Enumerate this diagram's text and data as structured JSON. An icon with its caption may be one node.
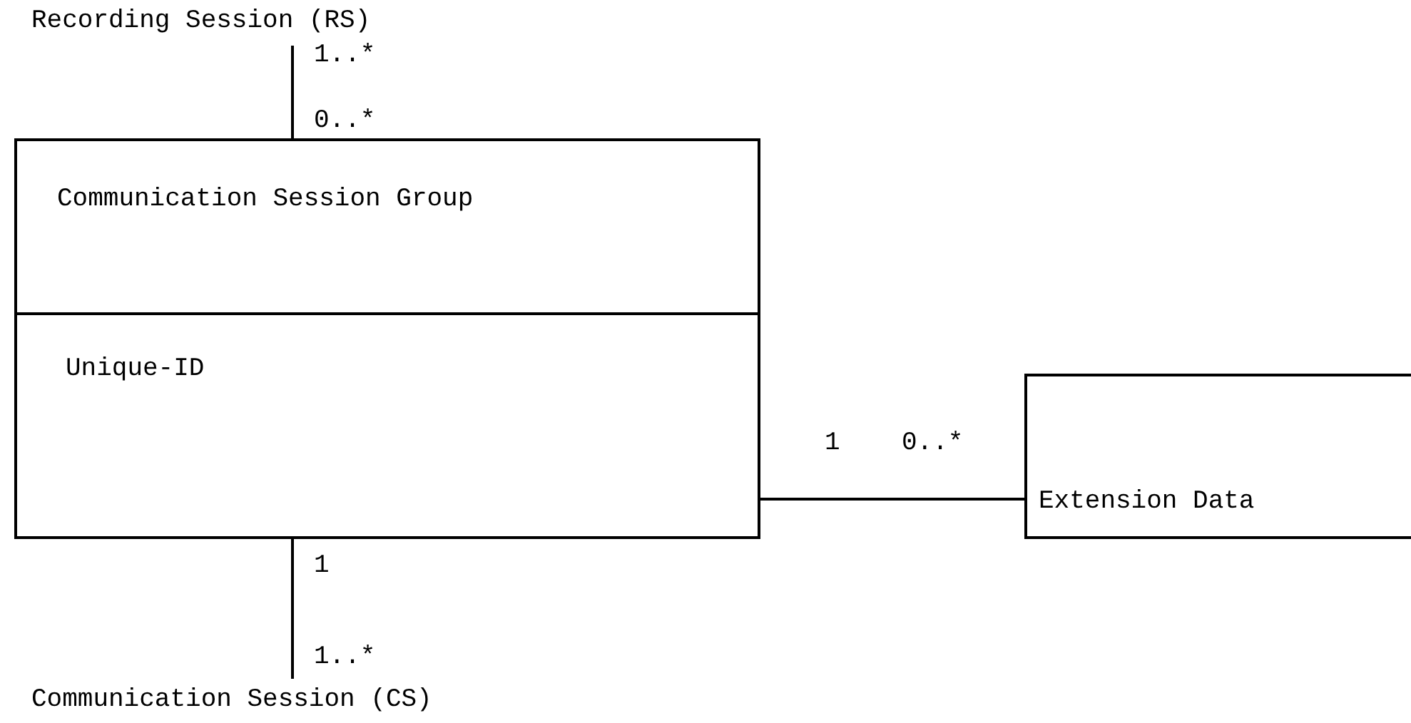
{
  "diagram": {
    "nodes": [
      {
        "text": [
          "Recording Session (RS)"
        ]
      },
      {
        "text": [
          "Communication Session Group",
          "Unique-ID"
        ]
      },
      {
        "text": [
          "Extension Data"
        ]
      },
      {
        "text": [
          "Communication Session (CS)"
        ]
      }
    ],
    "edges": [
      {
        "from": 0,
        "to": 1,
        "arrow": "none"
      },
      {
        "from": 1,
        "to": 2,
        "arrow": "none"
      },
      {
        "from": 1,
        "to": 3,
        "arrow": "none"
      }
    ],
    "labels": [
      "1..*",
      "0..*",
      "1",
      "0..*",
      "1",
      "1..*"
    ]
  }
}
